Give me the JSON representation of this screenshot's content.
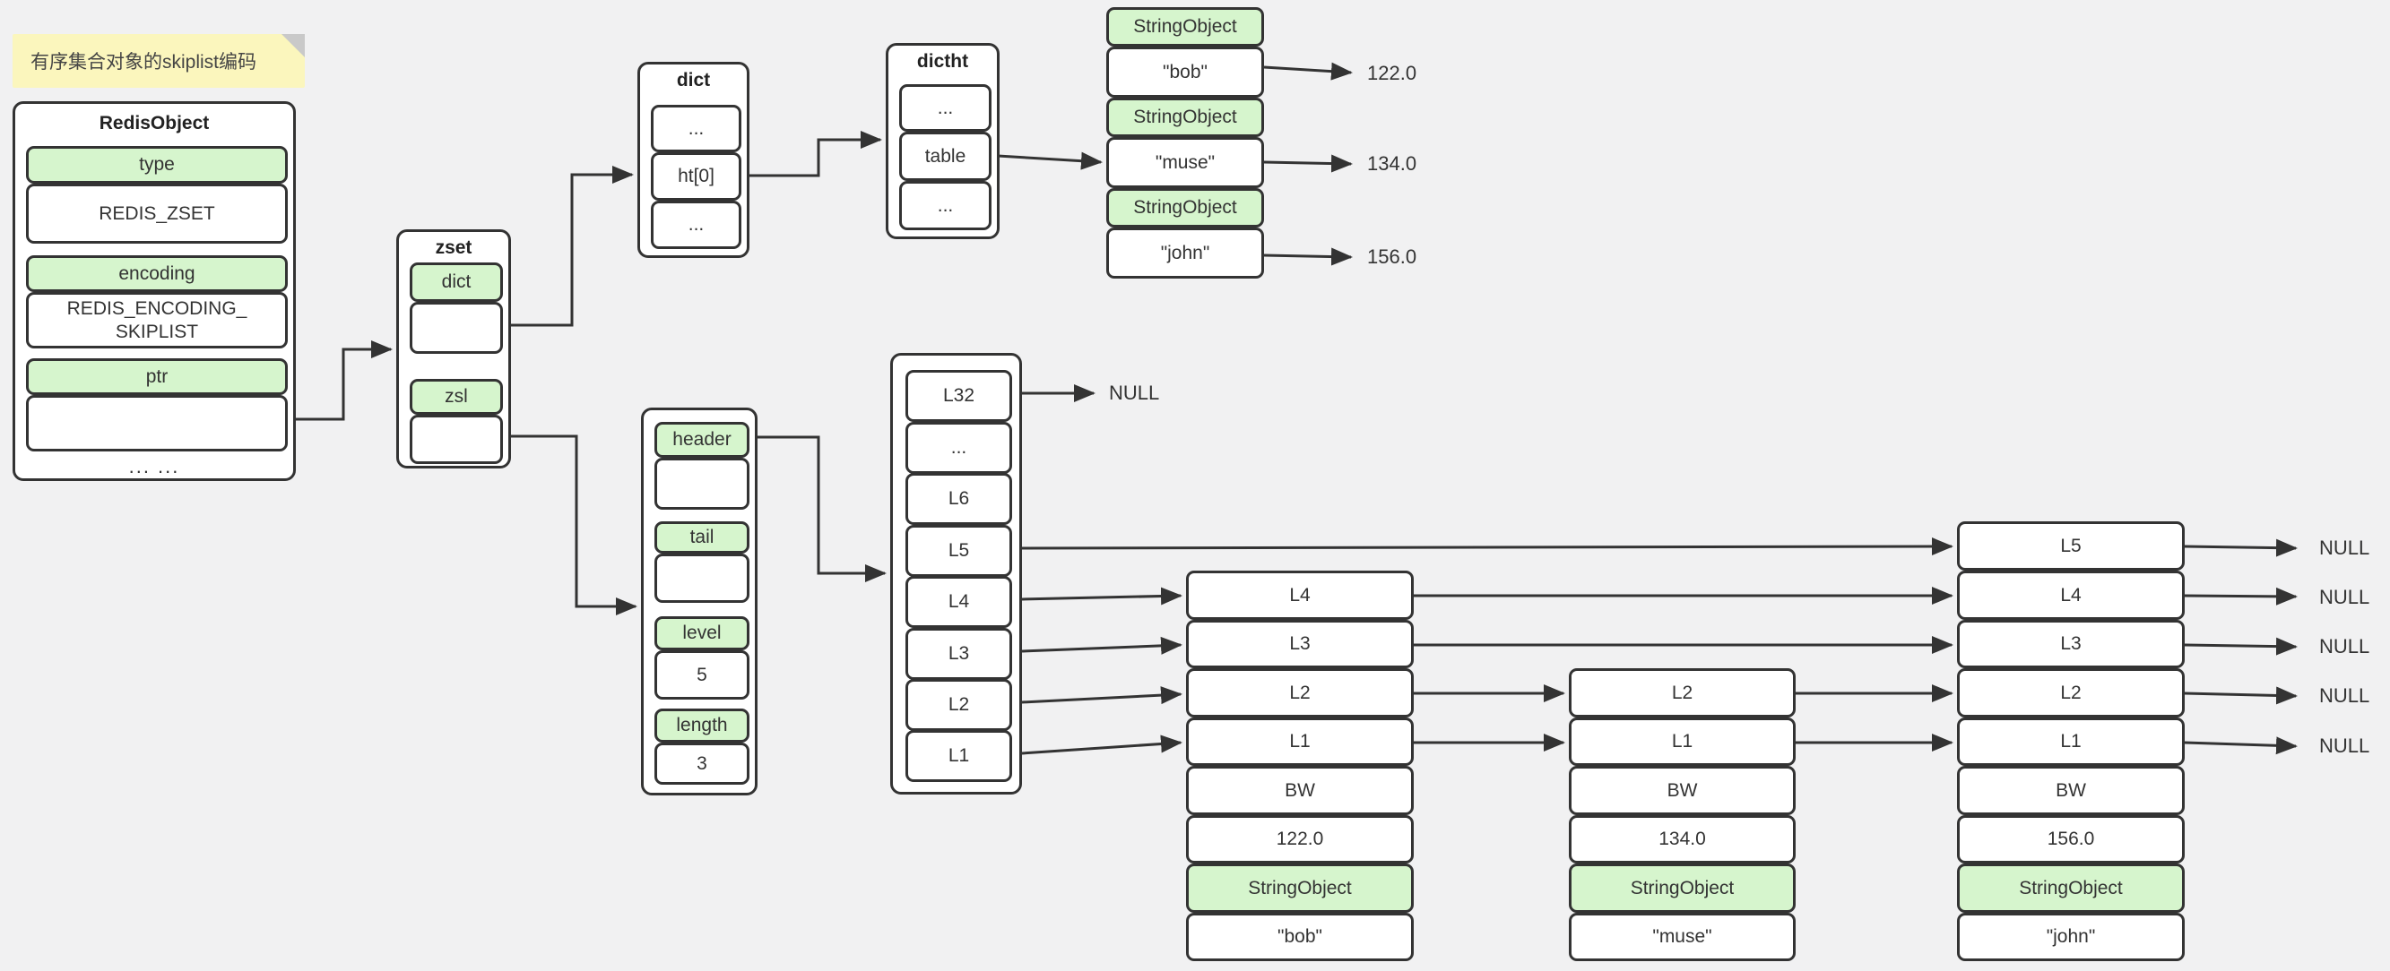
{
  "note": {
    "text": "有序集合对象的skiplist编码"
  },
  "colors": {
    "cell_green": "#d6f5cd",
    "note_yellow": "#fbf6bd",
    "line_dark": "#333333",
    "background": "#f1f1f2"
  },
  "redis_object": {
    "title": "RedisObject",
    "type_label": "type",
    "type_value": "REDIS_ZSET",
    "encoding_label": "encoding",
    "encoding_value_line1": "REDIS_ENCODING_",
    "encoding_value_line2": "SKIPLIST",
    "ptr_label": "ptr",
    "footer": "... ..."
  },
  "zset": {
    "title": "zset",
    "dict_label": "dict",
    "zsl_label": "zsl"
  },
  "dict": {
    "title": "dict",
    "row1": "...",
    "row2": "ht[0]",
    "row3": "..."
  },
  "dictht": {
    "title": "dictht",
    "row1": "...",
    "row2": "table",
    "row3": "..."
  },
  "string_objects": [
    {
      "header": "StringObject",
      "value": "\"bob\"",
      "score": "122.0"
    },
    {
      "header": "StringObject",
      "value": "\"muse\"",
      "score": "134.0"
    },
    {
      "header": "StringObject",
      "value": "\"john\"",
      "score": "156.0"
    }
  ],
  "zskiplist": {
    "header_label": "header",
    "tail_label": "tail",
    "level_label": "level",
    "level_value": "5",
    "length_label": "length",
    "length_value": "3"
  },
  "head_node": {
    "cells": [
      "L32",
      "...",
      "L6",
      "L5",
      "L4",
      "L3",
      "L2",
      "L1"
    ],
    "null_label": "NULL"
  },
  "nodes": [
    {
      "levels": [
        "L4",
        "L3",
        "L2",
        "L1"
      ],
      "backward": "BW",
      "score": "122.0",
      "object_header": "StringObject",
      "object_value": "\"bob\""
    },
    {
      "levels": [
        "L2",
        "L1"
      ],
      "backward": "BW",
      "score": "134.0",
      "object_header": "StringObject",
      "object_value": "\"muse\""
    },
    {
      "levels": [
        "L5",
        "L4",
        "L3",
        "L2",
        "L1"
      ],
      "backward": "BW",
      "score": "156.0",
      "object_header": "StringObject",
      "object_value": "\"john\""
    }
  ],
  "null_labels": [
    "NULL",
    "NULL",
    "NULL",
    "NULL",
    "NULL"
  ]
}
